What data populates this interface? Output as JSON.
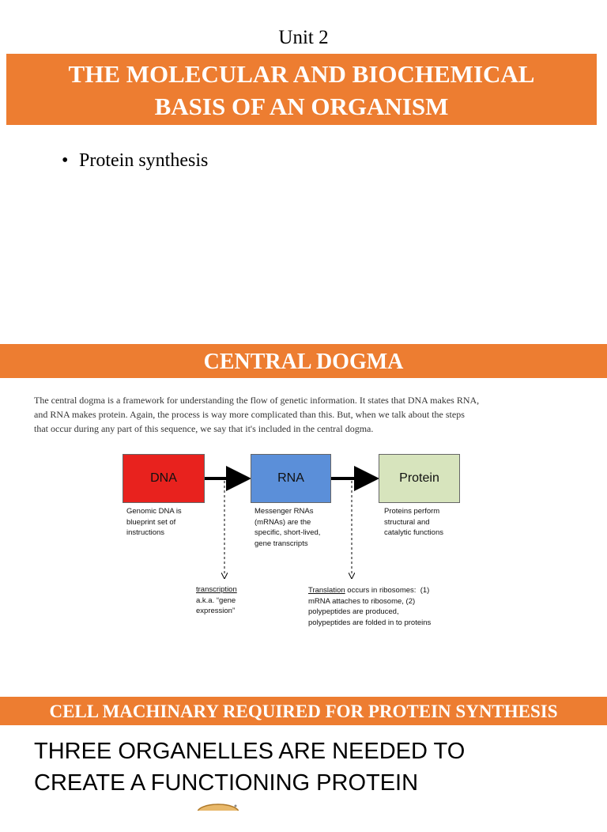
{
  "slide1": {
    "unit": "Unit 2",
    "title_line1": "THE MOLECULAR AND BIOCHEMICAL",
    "title_line2": "BASIS OF AN ORGANISM",
    "bullet": "Protein synthesis"
  },
  "slide2": {
    "title": "CENTRAL DOGMA",
    "paragraph_line1": "The central dogma is a framework for understanding the flow of genetic information. It states that DNA makes RNA,",
    "paragraph_line2": "and RNA makes protein. Again, the process is way more complicated than this. But, when we talk about the steps",
    "paragraph_line3": "that occur during any part of this sequence, we say that it's included in the central dogma.",
    "diagram": {
      "dna_label": "DNA",
      "rna_label": "RNA",
      "protein_label": "Protein",
      "dna_caption": [
        "Genomic DNA is",
        "blueprint set of",
        "instructions"
      ],
      "rna_caption": [
        "Messenger RNAs",
        "(mRNAs) are the",
        "specific, short-lived,",
        "gene transcripts"
      ],
      "protein_caption": [
        "Proteins perform",
        "structural and",
        "catalytic functions"
      ],
      "transcription_term": "transcription",
      "transcription_rest": [
        "a.k.a. “gene",
        "expression”"
      ],
      "translation_term": "Translation",
      "translation_first_rest": " occurs in ribosomes:  (1)",
      "translation_rest": [
        "mRNA attaches to ribosome, (2)",
        "polypeptides are produced,",
        "polypeptides are folded in to proteins"
      ],
      "colors": {
        "dna": "#E8221E",
        "rna": "#5B8FD9",
        "protein": "#D7E4BD"
      }
    }
  },
  "slide3": {
    "title": "CELL MACHINARY REQUIRED FOR PROTEIN SYNTHESIS",
    "body_line1": "THREE ORGANELLES ARE NEEDED TO",
    "body_line2": "CREATE A FUNCTIONING PROTEIN"
  },
  "colors": {
    "banner": "#ED7D31",
    "banner_text": "#FFFFFF"
  }
}
